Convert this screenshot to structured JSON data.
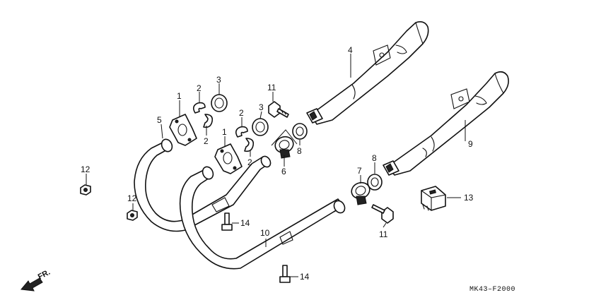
{
  "callouts": [
    "1",
    "1",
    "2",
    "2",
    "2",
    "2",
    "3",
    "3",
    "4",
    "5",
    "6",
    "7",
    "8",
    "8",
    "9",
    "10",
    "11",
    "11",
    "12",
    "12",
    "13",
    "14",
    "14"
  ],
  "diagram_code": "MK43–F2000",
  "front_label": "FR.",
  "colors": {
    "ink": "#111111",
    "paper": "#ffffff"
  }
}
